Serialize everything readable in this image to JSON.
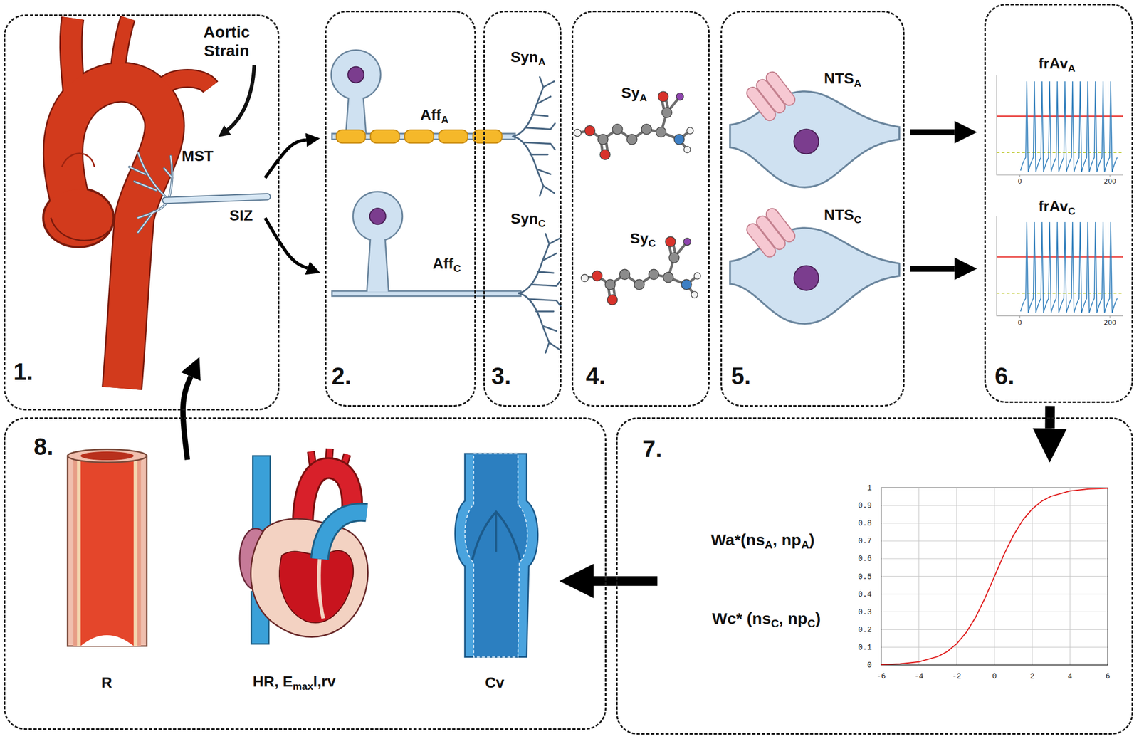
{
  "diagram": {
    "nodes": [
      {
        "text": [
          "Aortic Strain",
          "MST",
          "SIZ",
          "1."
        ]
      },
      {
        "text": [
          "AffA",
          "AffC",
          "2."
        ]
      },
      {
        "text": [
          "SynA",
          "SynC",
          "3."
        ]
      },
      {
        "text": [
          "SyA",
          "SyC",
          "4."
        ]
      },
      {
        "text": [
          "NTSA",
          "NTSC",
          "5."
        ]
      },
      {
        "text": [
          "frAvA",
          "frAvC",
          "6."
        ]
      },
      {
        "text": [
          "Wa*(nsA, npA)",
          "Wc* (nsC, npC)",
          "7."
        ]
      },
      {
        "text": [
          "R",
          "HR, Emaxl,rv",
          "Cv",
          "8."
        ]
      }
    ],
    "edges": [
      {
        "from": 0,
        "to": 1,
        "arrow": "to"
      },
      {
        "from": 0,
        "to": 1,
        "arrow": "to"
      },
      {
        "from": 4,
        "to": 5,
        "arrow": "to"
      },
      {
        "from": 4,
        "to": 5,
        "arrow": "to"
      },
      {
        "from": 5,
        "to": 6,
        "arrow": "to"
      },
      {
        "from": 6,
        "to": 7,
        "arrow": "to"
      },
      {
        "from": 7,
        "to": 0,
        "arrow": "to"
      }
    ],
    "labels": [
      "0",
      "200",
      "0",
      "200",
      "1",
      "0.9",
      "0.8",
      "0.7",
      "0.6",
      "0.5",
      "0.4",
      "0.3",
      "0.2",
      "0.1",
      "0",
      "-6",
      "-4",
      "-2",
      "0",
      "2",
      "4",
      "6"
    ]
  }
}
